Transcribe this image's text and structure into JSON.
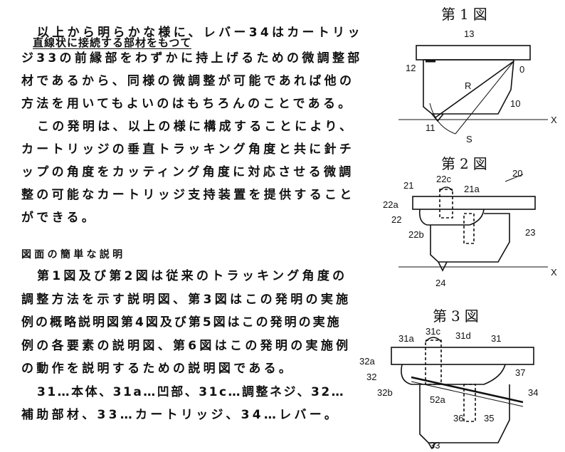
{
  "text_column": {
    "paragraph1": {
      "lines": [
        "以上から明らかな様に、レバー34はカートリッ",
        "ジ33の前縁部をわずかに持上げるための微調整部",
        "材であるから、同様の微調整が可能であれば他の",
        "方法を用いてもよいのはもちろんのことである。"
      ],
      "insertion": "直線状に接続する部材をもつて"
    },
    "paragraph2": [
      "この発明は、以上の様に構成することにより、",
      "カートリッジの垂直トラッキング角度と共に針チ",
      "ップの角度をカッティング角度に対応させる微調",
      "整の可能なカートリッジ支持装置を提供すること",
      "ができる。"
    ],
    "heading": "図面の簡単な説明",
    "paragraph3": [
      "第1図及び第2図は従来のトラッキング角度の",
      "調整方法を示す説明図、第3図はこの発明の実施",
      "例の概略説明図第4図及び第5図はこの発明の実施",
      "例の各要素の説明図、第6図はこの発明の実施例",
      "の動作を説明するための説明図である。"
    ],
    "paragraph4": [
      "31…本体、31a…凹部、31c…調整ネジ、32…",
      "補助部材、33…カートリッジ、34…レバー。"
    ]
  },
  "figures": {
    "fig1": {
      "title": "第1図",
      "labels": [
        "13",
        "12",
        "0",
        "R",
        "10",
        "X",
        "11",
        "S"
      ]
    },
    "fig2": {
      "title": "第2図",
      "labels": [
        "20",
        "21",
        "22c",
        "21a",
        "22a",
        "22",
        "22b",
        "23",
        "X",
        "24"
      ]
    },
    "fig3": {
      "title": "第3図",
      "labels": [
        "31c",
        "31a",
        "31d",
        "31",
        "32a",
        "32",
        "32b",
        "37",
        "34",
        "52a",
        "36",
        "35",
        "33"
      ]
    }
  }
}
